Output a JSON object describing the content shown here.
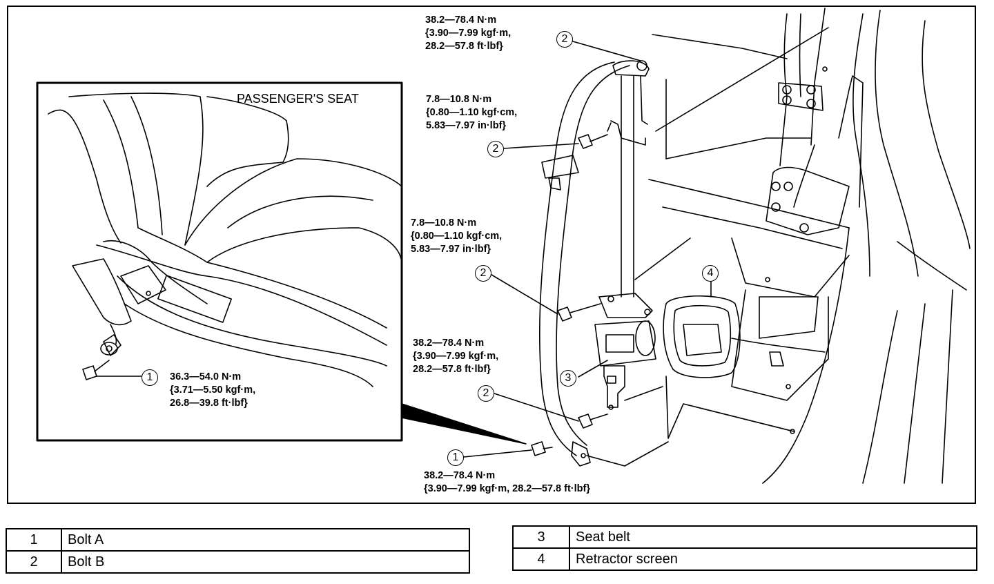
{
  "inset": {
    "title": "PASSENGER'S SEAT"
  },
  "specs": {
    "top": [
      "38.2—78.4 N·m",
      "{3.90—7.99 kgf·m,",
      "28.2—57.8 ft·lbf}"
    ],
    "upper": [
      "7.8—10.8 N·m",
      "{0.80—1.10 kgf·cm,",
      "5.83—7.97 in·lbf}"
    ],
    "middle": [
      "7.8—10.8 N·m",
      "{0.80—1.10 kgf·cm,",
      "5.83—7.97 in·lbf}"
    ],
    "lower": [
      "38.2—78.4 N·m",
      "{3.90—7.99 kgf·m,",
      "28.2—57.8 ft·lbf}"
    ],
    "seat": [
      "36.3—54.0 N·m",
      "{3.71—5.50 kgf·m,",
      "26.8—39.8 ft·lbf}"
    ],
    "anchor": [
      "38.2—78.4 N·m",
      "{3.90—7.99 kgf·m, 28.2—57.8 ft·lbf}"
    ]
  },
  "callouts": {
    "top": "2",
    "upper": "2",
    "middle": "2",
    "lower": "2",
    "seat": "1",
    "anchor": "1",
    "belt": "3",
    "screen": "4"
  },
  "legend": {
    "left": [
      {
        "num": "1",
        "label": "Bolt A"
      },
      {
        "num": "2",
        "label": "Bolt B"
      }
    ],
    "right": [
      {
        "num": "3",
        "label": "Seat belt"
      },
      {
        "num": "4",
        "label": "Retractor screen"
      }
    ]
  }
}
